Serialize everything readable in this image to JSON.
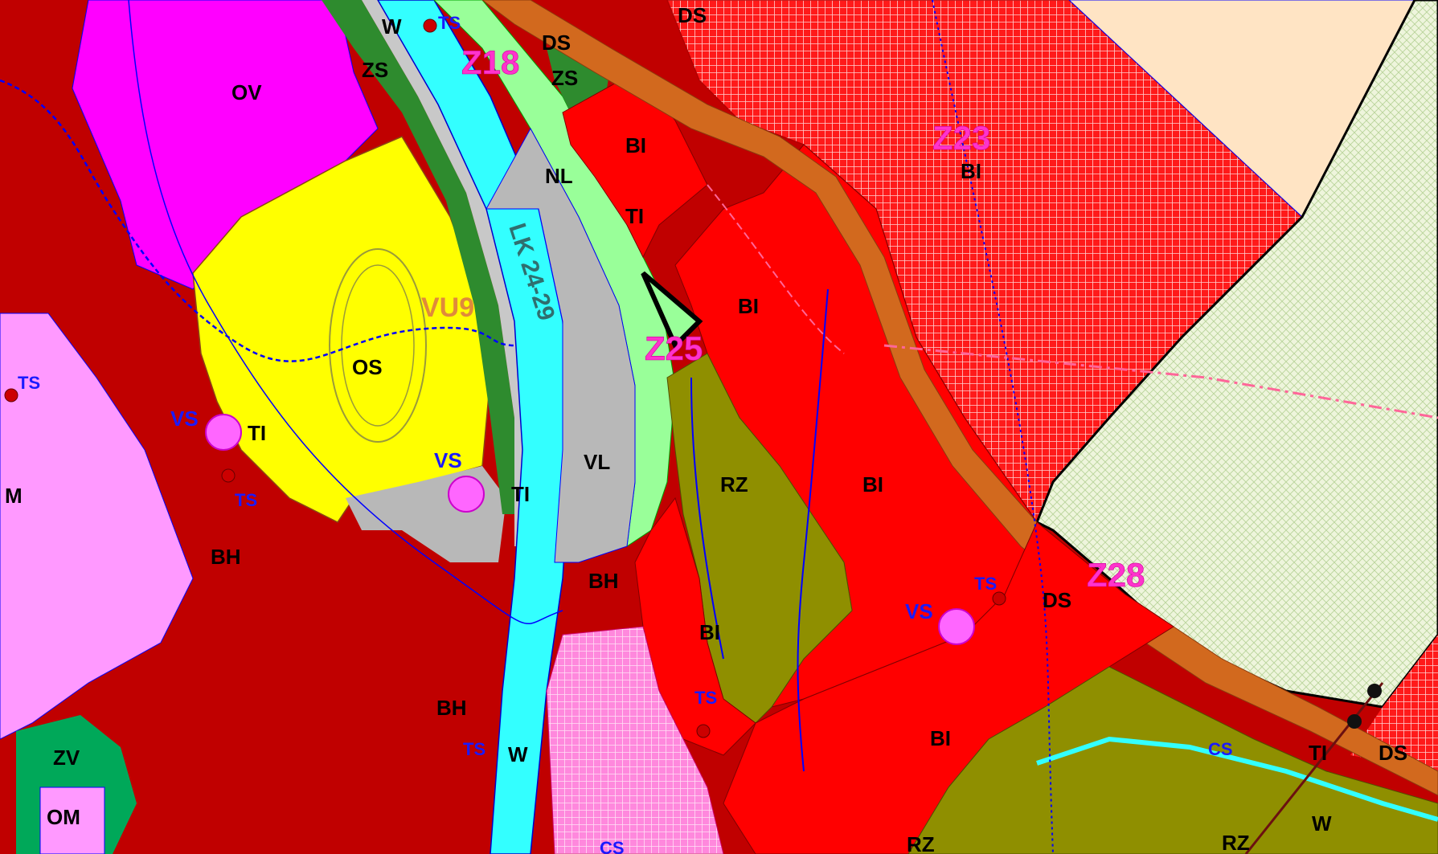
{
  "map": {
    "colors": {
      "residential_individual": "#ff0000",
      "residential_multi": "#c00000",
      "civic": "#ff00ff",
      "civic_light": "#ff99ff",
      "sport": "#ffff00",
      "water": "#33ffff",
      "greenery": "#00a859",
      "nature": "#99ff99",
      "gray": "#b8b8b8",
      "recreation": "#8f8f00",
      "roads": "#d2691e",
      "pale": "#ffe4c4",
      "hatched_light": "#eef5dc",
      "boundary_black": "#000000",
      "lines_blue": "#0000ff",
      "lines_pink": "#ff33cc"
    },
    "zone_labels": {
      "w_top": "W",
      "ds_top": "DS",
      "ds_top2": "DS",
      "zs_1": "ZS",
      "zs_2": "ZS",
      "ov": "OV",
      "bi_1": "BI",
      "nl": "NL",
      "ti_1": "TI",
      "bi_z23": "BI",
      "bi_2": "BI",
      "os": "OS",
      "ti_2": "TI",
      "vl": "VL",
      "ti_3": "TI",
      "rz_1": "RZ",
      "bi_3": "BI",
      "m": "M",
      "bh_1": "BH",
      "bh_2": "BH",
      "bi_4": "BI",
      "ds_mid": "DS",
      "bh_3": "BH",
      "bi_5": "BI",
      "zv": "ZV",
      "w_bottom": "W",
      "om": "OM",
      "ti_4": "TI",
      "ds_right": "DS",
      "w_right": "W",
      "rz_2": "RZ",
      "rz_3": "RZ"
    },
    "infra_labels": {
      "ts_1": "TS",
      "ts_2": "TS",
      "ts_3": "TS",
      "ts_4": "TS",
      "ts_5": "TS",
      "ts_6": "TS",
      "vs_1": "VS",
      "vs_2": "VS",
      "vs_3": "VS",
      "cs_1": "CS",
      "cs_2": "CS"
    },
    "area_labels": {
      "z18": "Z18",
      "z23": "Z23",
      "z25": "Z25",
      "z28": "Z28",
      "vu9": "VU9",
      "lk": "LK 24-29"
    }
  }
}
